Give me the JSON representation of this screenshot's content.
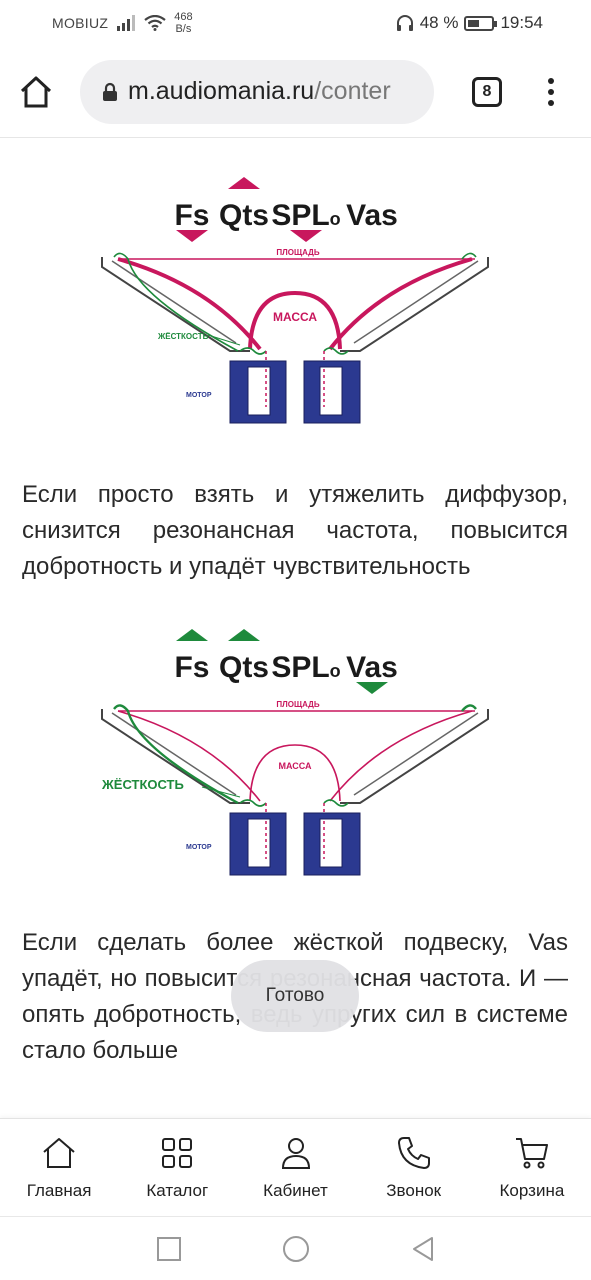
{
  "status_bar": {
    "carrier": "MOBIUZ",
    "net_speed_value": "468",
    "net_speed_unit": "B/s",
    "battery": "48 %",
    "battery_level": 0.48,
    "time": "19:54"
  },
  "browser": {
    "url_domain": "m.audiomania.ru",
    "url_path": "/conter",
    "tab_count": "8"
  },
  "figures": [
    {
      "params": [
        "Fs",
        "Qts",
        "SPLo",
        "Vas"
      ],
      "arrows": {
        "Fs": "down",
        "Qts": "up",
        "SPLo": "down",
        "Vas": "none"
      },
      "arrow_color": "#c8175d",
      "label_area": "ПЛОЩАДЬ",
      "label_mass": "МАССА",
      "label_stiffness": "ЖЁСТКОСТЬ",
      "label_motor": "МОТОР"
    },
    {
      "params": [
        "Fs",
        "Qts",
        "SPLo",
        "Vas"
      ],
      "arrows": {
        "Fs": "up",
        "Qts": "up",
        "SPLo": "none",
        "Vas": "down"
      },
      "arrow_color": "#1e8a3c",
      "label_area": "ПЛОЩАДЬ",
      "label_mass": "МАССА",
      "label_stiffness": "ЖЁСТКОСТЬ",
      "label_motor": "МОТОР"
    }
  ],
  "paragraphs": [
    "Если просто взять и утяжелить диффузор, снизится резонансная частота, повысится добротность и упадёт чувствительность",
    "Если сделать более жёсткой подвеску, Vas упадёт, но повысится резонансная частота. И — опять добротность, ведь упругих сил в системе стало больше"
  ],
  "toast": "Готово",
  "bottom_nav": [
    {
      "label": "Главная",
      "icon": "home-icon"
    },
    {
      "label": "Каталог",
      "icon": "grid-icon"
    },
    {
      "label": "Кабинет",
      "icon": "user-icon"
    },
    {
      "label": "Звонок",
      "icon": "phone-icon"
    },
    {
      "label": "Корзина",
      "icon": "cart-icon"
    }
  ],
  "colors": {
    "diagram_red": "#c8175d",
    "diagram_green": "#1e8a3c",
    "motor_blue": "#2b3990"
  }
}
